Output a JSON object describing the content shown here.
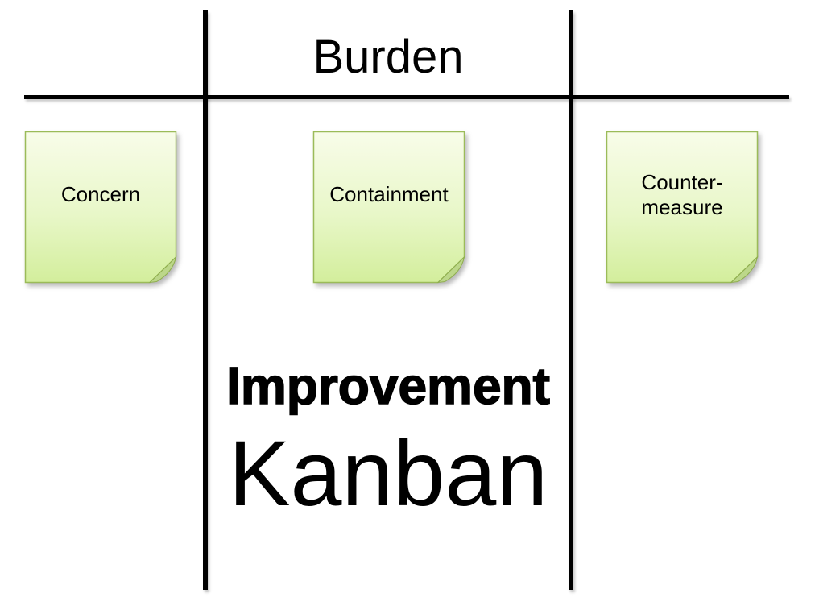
{
  "header": {
    "burden_label": "Burden"
  },
  "title": {
    "line1": "Improvement",
    "line2": "Kanban"
  },
  "notes": [
    {
      "id": "concern",
      "lines": [
        "Concern"
      ]
    },
    {
      "id": "containment",
      "lines": [
        "Containment"
      ]
    },
    {
      "id": "counter-measure",
      "lines": [
        "Counter-",
        "measure"
      ]
    }
  ],
  "colors": {
    "background": "#ffffff",
    "divider_line": "#000000",
    "text": "#000000",
    "note_fill_top": "#f8fce9",
    "note_fill_bottom": "#d3ee9c",
    "note_border": "#9bbb59",
    "note_fold_fill": "#bcd789",
    "note_fold_border": "#8fae4e"
  }
}
